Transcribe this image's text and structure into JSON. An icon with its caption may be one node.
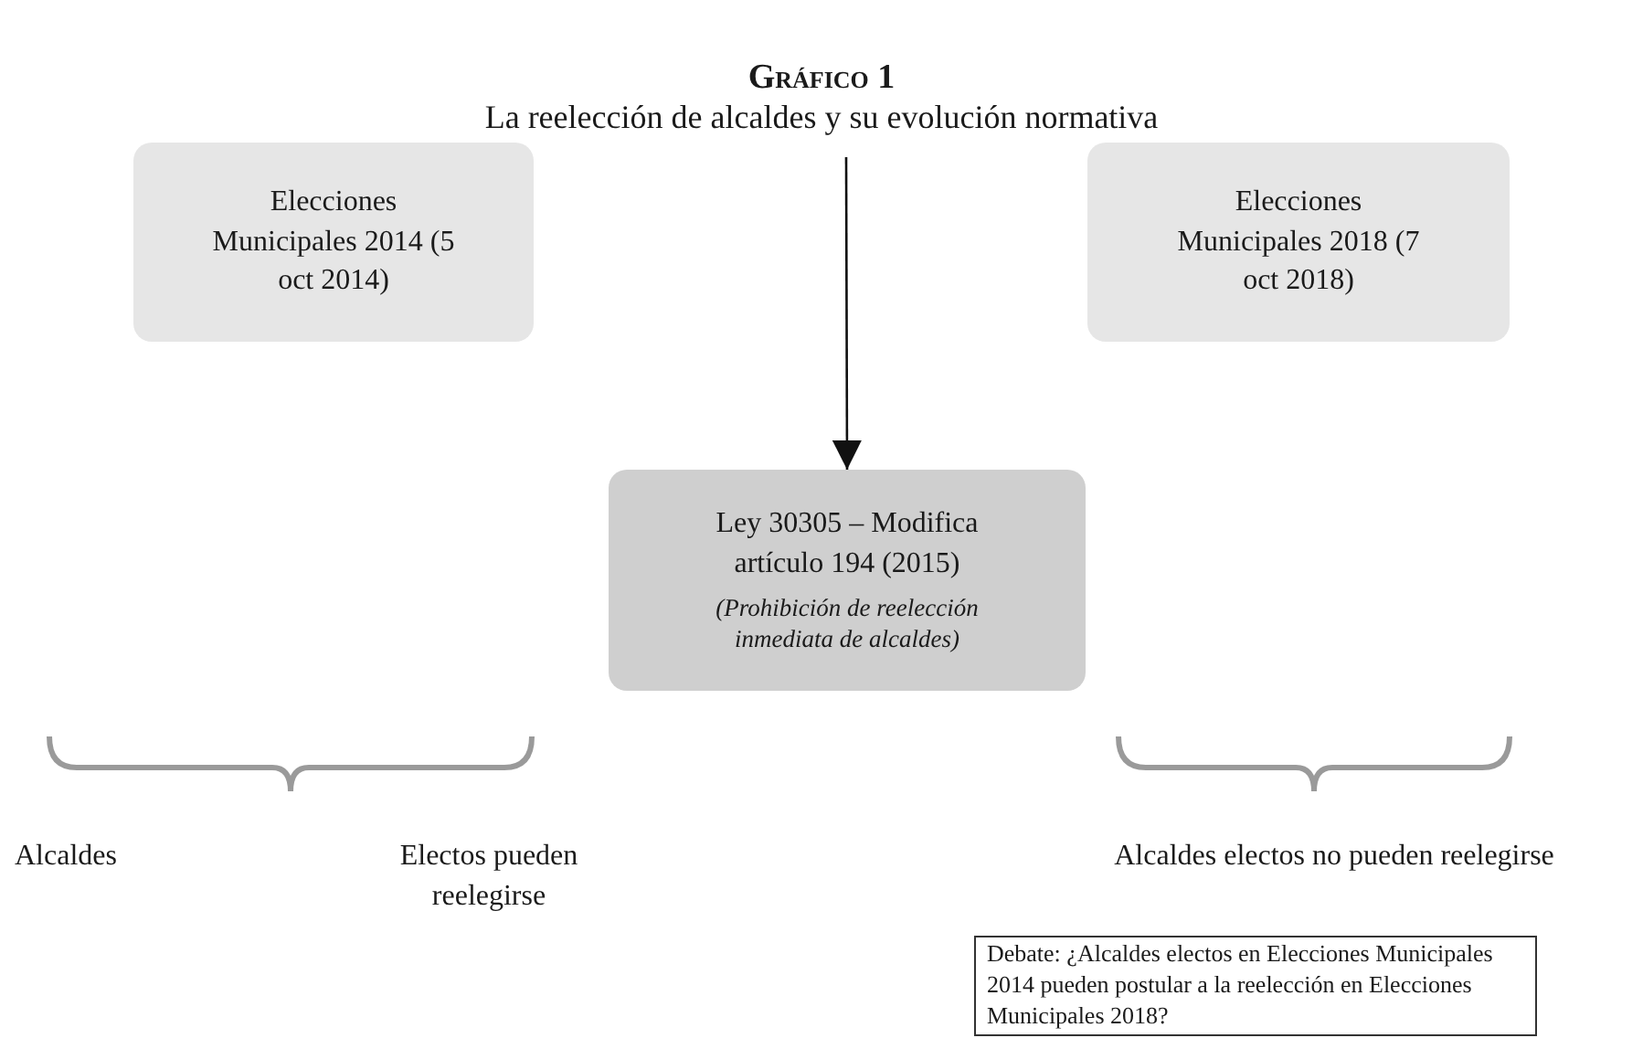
{
  "diagram": {
    "title": "Gráfico 1",
    "nodes": [
      {
        "text": [
          "Elecciones Municipales 2014 (5 oct 2014)"
        ]
      },
      {
        "text": [
          "Elecciones Municipales 2018 (7 oct 2018)"
        ]
      },
      {
        "text": [
          "Ley 30305 – Modifica artículo 194 (2015)",
          "(Prohibición de reelección inmediata de alcaldes)"
        ]
      },
      {
        "text": [
          "Debate: ¿Alcaldes electos en Elecciones Municipales 2014 pueden postular a la reelección en Elecciones Municipales 2018?"
        ]
      }
    ],
    "edges": [
      {
        "from": null,
        "to": 2,
        "arrow": "to"
      }
    ],
    "labels": [
      "La reelección de alcaldes y su evolución normativa",
      "Alcaldes",
      "Electos pueden reelegirse",
      "Alcaldes electos no pueden reelegirse"
    ]
  }
}
